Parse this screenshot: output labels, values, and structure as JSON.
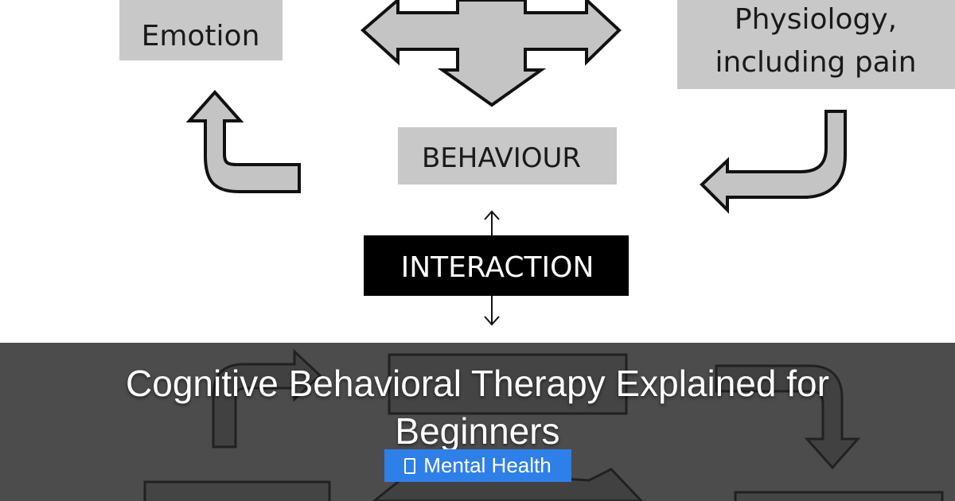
{
  "diagram": {
    "boxes": {
      "emotion": "Emotion",
      "physiology_line1": "Physiology,",
      "physiology_line2": "including pain",
      "behaviour": "BEHAVIOUR",
      "interaction": "INTERACTION"
    }
  },
  "article": {
    "title": "Cognitive Behavioral Therapy Explained for Beginners",
    "category": "Mental Health",
    "category_icon": "folder-icon"
  },
  "colors": {
    "box_fill": "#c8c8c8",
    "arrow_fill": "#c4c4c4",
    "interaction_fill": "#000000",
    "overlay": "#242424",
    "category_badge": "#2f7fe8"
  }
}
